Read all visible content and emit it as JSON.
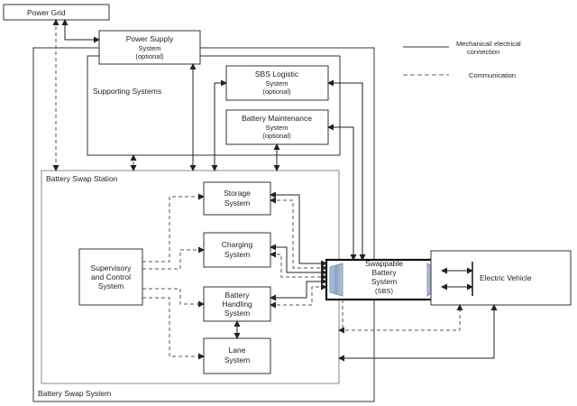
{
  "blocks": {
    "power_grid": "Power Grid",
    "power_supply": [
      "Power Supply",
      "System",
      "(optional)"
    ],
    "supporting_systems": "Supporting Systems",
    "sbs_logistic": [
      "SBS Logistic",
      "System",
      "(optional)"
    ],
    "battery_maintenance": [
      "Battery Maintenance",
      "System",
      "(optional)"
    ],
    "battery_swap_station": "Battery Swap Station",
    "storage": [
      "Storage",
      "System"
    ],
    "charging": [
      "Charging",
      "System"
    ],
    "battery_handling": [
      "Battery",
      "Handling",
      "System"
    ],
    "lane": [
      "Lane",
      "System"
    ],
    "supervisory": [
      "Supervisory",
      "and Control",
      "System"
    ],
    "sbs": [
      "Swappable",
      "Battery",
      "System",
      "(SBS)"
    ],
    "electric_vehicle": "Electric Vehicle",
    "battery_swap_system": "Battery Swap System"
  },
  "legend": {
    "mechanical": [
      "Mechanical/ electrical",
      "connection"
    ],
    "communication": "Communication"
  },
  "colors": {
    "line": "#222222",
    "dash": "#555555",
    "sbs_block": "#8ea2c2",
    "background": "#ffffff"
  }
}
